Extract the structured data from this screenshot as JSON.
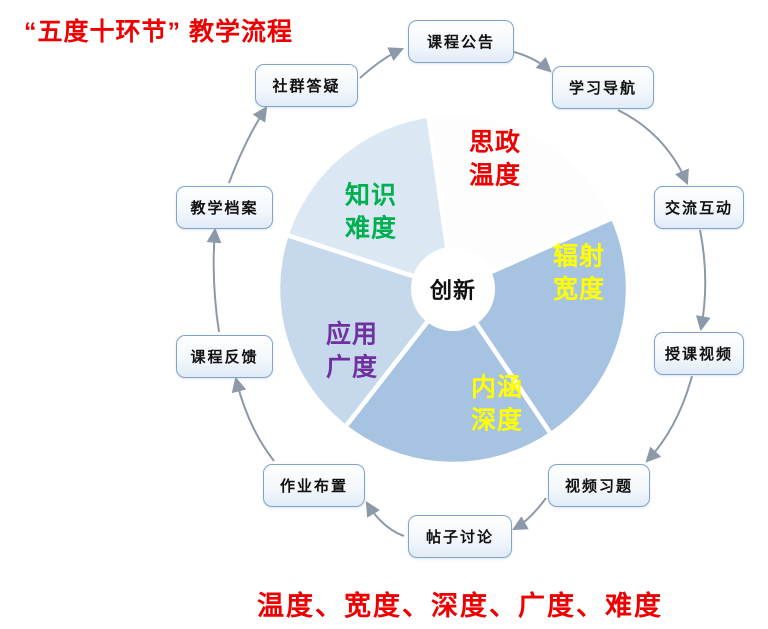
{
  "colors": {
    "red": "#ee0000",
    "yellow": "#ffff00",
    "purple": "#7030a0",
    "green": "#00b050"
  },
  "title": "“五度十环节” 教学流程",
  "footer": "温度、宽度、深度、广度、难度",
  "center": {
    "label": "创新"
  },
  "segments": [
    {
      "name": "ideological-warmth",
      "label": "思政\n温度",
      "text_color": "#ee0000",
      "fill": "#fdfdfe"
    },
    {
      "name": "radiation-width",
      "label": "辐射\n宽度",
      "text_color": "#ffff00",
      "fill": "#a6c3e1"
    },
    {
      "name": "connotation-depth",
      "label": "内涵\n深度",
      "text_color": "#ffff00",
      "fill": "#a6c3e1"
    },
    {
      "name": "application-breadth",
      "label": "应用\n广度",
      "text_color": "#7030a0",
      "fill": "#c6d9ec"
    },
    {
      "name": "knowledge-difficulty",
      "label": "知识\n难度",
      "text_color": "#00b050",
      "fill": "#dbe8f4"
    }
  ],
  "nodes": [
    {
      "label": "课程公告"
    },
    {
      "label": "学习导航"
    },
    {
      "label": "交流互动"
    },
    {
      "label": "授课视频"
    },
    {
      "label": "视频习题"
    },
    {
      "label": "帖子讨论"
    },
    {
      "label": "作业布置"
    },
    {
      "label": "课程反馈"
    },
    {
      "label": "教学档案"
    },
    {
      "label": "社群答疑"
    }
  ]
}
